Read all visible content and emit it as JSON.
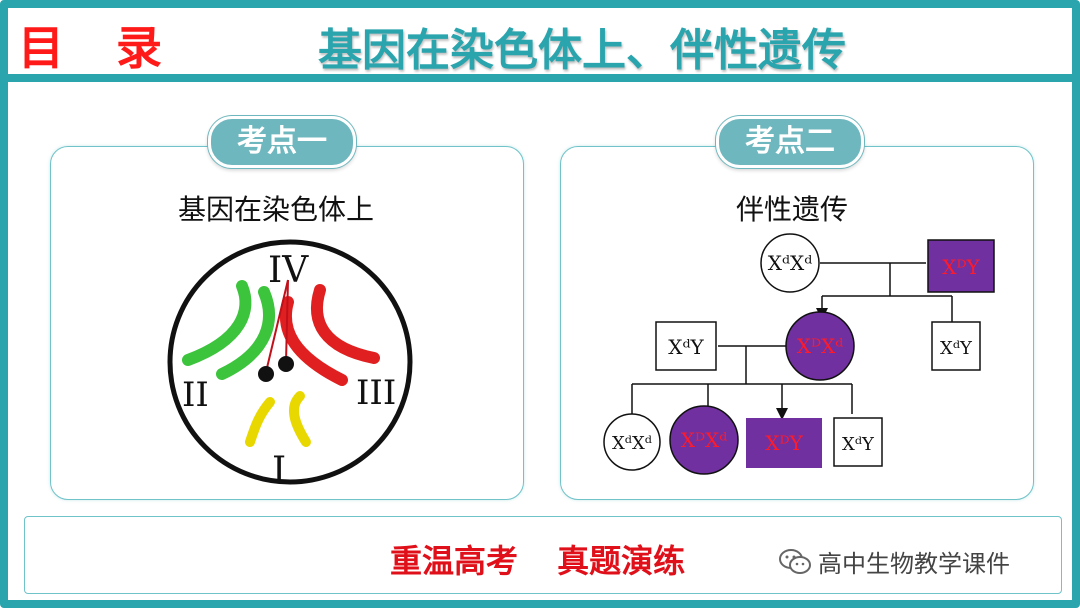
{
  "header": {
    "title": "目 录",
    "subtitle": "基因在染色体上、伴性遗传"
  },
  "sections": [
    {
      "badge": "考点一",
      "heading": "基因在染色体上",
      "chromosome_labels": [
        "IV",
        "II",
        "III",
        "I"
      ]
    },
    {
      "badge": "考点二",
      "heading": "伴性遗传",
      "pedigree": {
        "gen1": [
          "XᵈXᵈ",
          "XᴰY"
        ],
        "gen2": [
          "XᵈY",
          "XᴰXᵈ",
          "XᵈY"
        ],
        "gen3": [
          "XᵈXᵈ",
          "XᴰXᵈ",
          "XᴰY",
          "XᵈY"
        ]
      }
    }
  ],
  "footer": {
    "review": "重温高考 真题演练",
    "watermark": "高中生物教学课件"
  },
  "colors": {
    "accent": "#2aa4ad",
    "title_red": "#ff1a1a",
    "affected_purple": "#7030a0",
    "chromosome_green": "#3cc43c",
    "chromosome_red": "#e02020",
    "chromosome_yellow": "#e8d800"
  }
}
